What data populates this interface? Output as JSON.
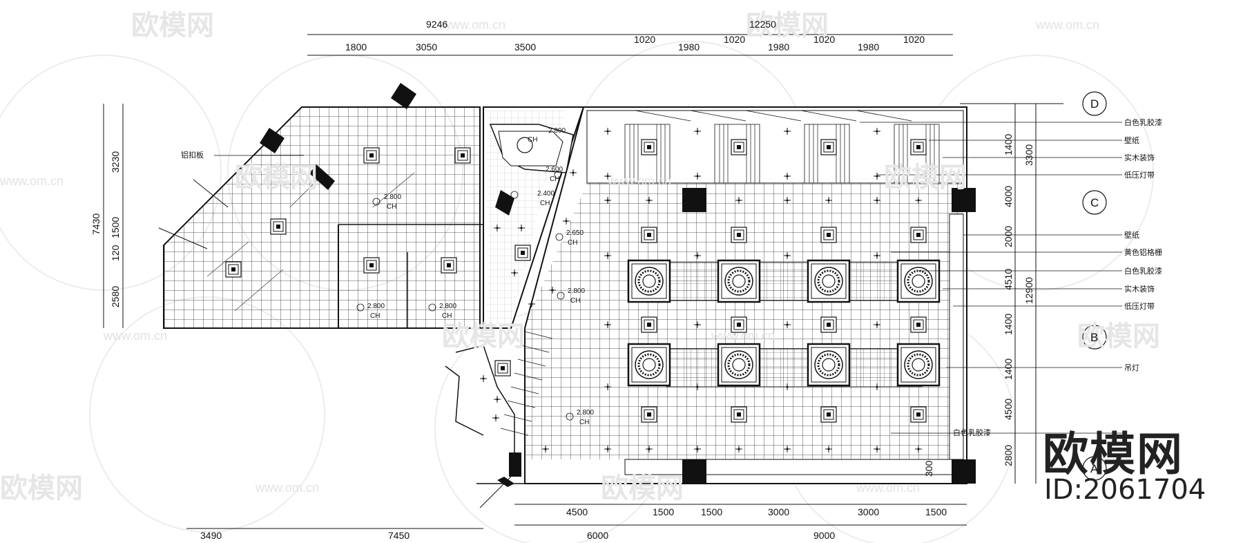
{
  "drawing": {
    "top_dims_outer": [
      "9246",
      "12250"
    ],
    "top_dims_left": [
      "1800",
      "3050",
      "3500"
    ],
    "top_dims_right": [
      "1020",
      "1980",
      "1020",
      "1980",
      "1020",
      "1980",
      "1020"
    ],
    "left_dims": [
      "3230",
      "1500",
      "120",
      "2580"
    ],
    "left_overall": "7430",
    "right_dims_a": [
      "1400",
      "4000"
    ],
    "right_dims_b": [
      "3300",
      "2000",
      "4510",
      "1400",
      "1400",
      "4500",
      "2800"
    ],
    "right_overall": [
      "12900",
      "300"
    ],
    "bottom_dims_a": [
      "4500",
      "1500",
      "1500",
      "3000",
      "3000",
      "1500"
    ],
    "bottom_dims_b": [
      "6000",
      "9000"
    ],
    "bottom_left_dims": [
      "3490",
      "7450"
    ],
    "axes": [
      "D",
      "C",
      "B",
      "A"
    ],
    "right_notes": [
      "白色乳胶漆",
      "壁纸",
      "实木装饰",
      "低压灯带",
      "壁纸",
      "黄色铝格栅",
      "白色乳胶漆",
      "实木装饰",
      "低压灯带",
      "吊灯",
      "白色乳胶漆"
    ],
    "left_note": "铝扣板",
    "heights": [
      "2.800",
      "2.600",
      "2.400",
      "2.800",
      "2.650",
      "2.800",
      "2.800",
      "2.800",
      "2.800"
    ],
    "ch_label": "CH"
  },
  "watermark": {
    "brand": "欧模网",
    "id": "ID:2061704",
    "url": "www.om.cn"
  }
}
